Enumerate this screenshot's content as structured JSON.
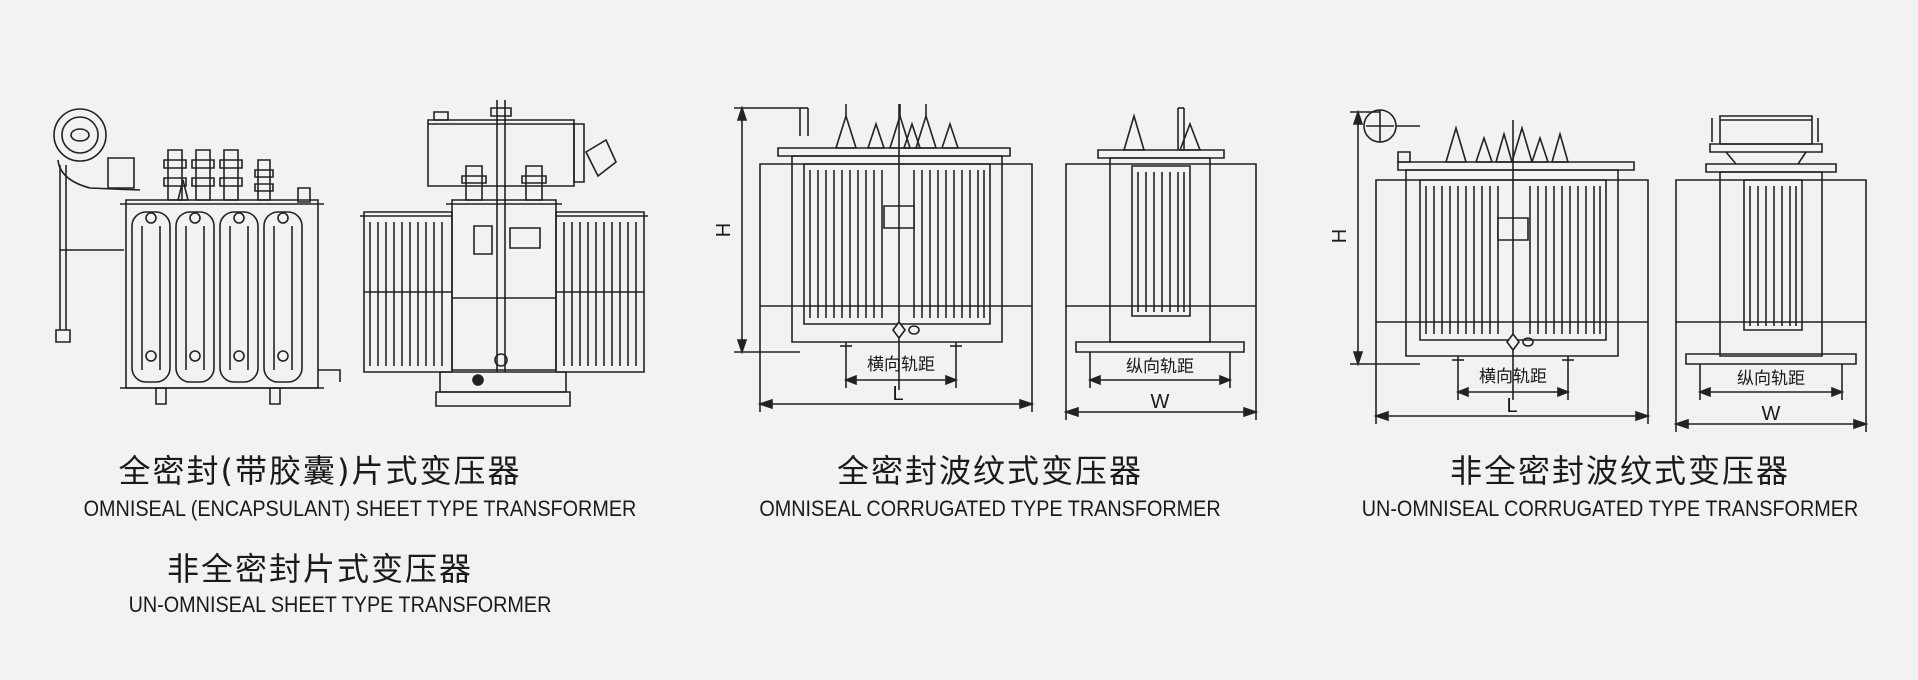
{
  "captions": {
    "sheet_cn": "全密封(带胶囊)片式变压器",
    "sheet_en": "OMNISEAL  (ENCAPSULANT) SHEET TYPE TRANSFORMER",
    "sheet2_cn": "非全密封片式变压器",
    "sheet2_en": "UN-OMNISEAL  SHEET TYPE TRANSFORMER",
    "corr_cn": "全密封波纹式变压器",
    "corr_en": "OMNISEAL CORRUGATED TYPE TRANSFORMER",
    "uncorr_cn": "非全密封波纹式变压器",
    "uncorr_en": "UN-OMNISEAL CORRUGATED TYPE TRANSFORMER"
  },
  "dimension_labels": {
    "height": "H",
    "length": "L",
    "width": "W",
    "transverse_gauge": "横向轨距",
    "longitudinal_gauge": "纵向轨距"
  }
}
